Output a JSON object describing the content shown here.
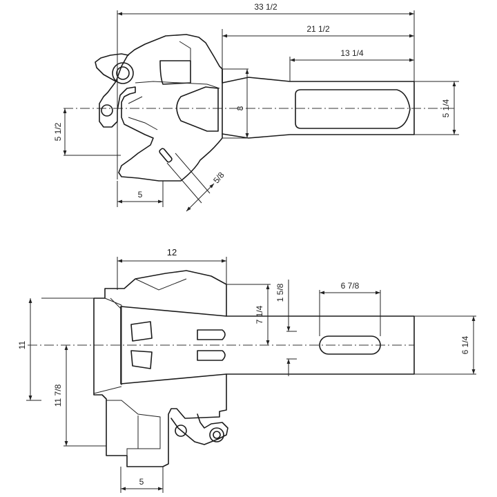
{
  "top_view": {
    "dims": {
      "overall_length": "33 1/2",
      "mid_length": "21 1/2",
      "shank_length": "13 1/4",
      "shank_width": "5 1/4",
      "head_height": "8",
      "jaw_offset": "5 1/2",
      "jaw_width": "5",
      "pin_diameter": "5/8"
    }
  },
  "bottom_view": {
    "dims": {
      "body_length": "12",
      "slot_length": "6 7/8",
      "shank_width": "6 1/4",
      "offset_a": "7 1/4",
      "offset_b": "1 5/8",
      "total_height": "11",
      "lower_height": "11 7/8",
      "base_width": "5"
    }
  }
}
